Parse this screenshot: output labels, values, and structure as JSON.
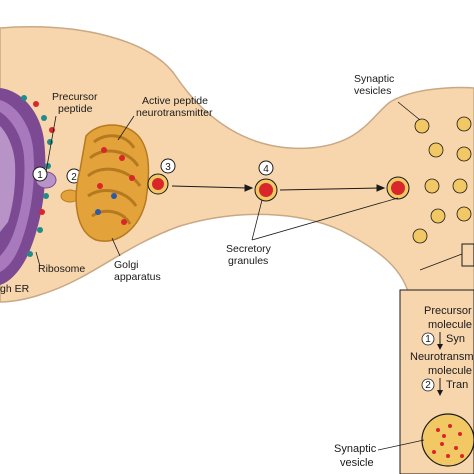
{
  "labels": {
    "precursor_peptide_l1": "Precursor",
    "precursor_peptide_l2": "peptide",
    "active_peptide_l1": "Active peptide",
    "active_peptide_l2": "neurotransmitter",
    "synaptic_vesicles_l1": "Synaptic",
    "synaptic_vesicles_l2": "vesicles",
    "secretory_granules_l1": "Secretory",
    "secretory_granules_l2": "granules",
    "ribosome": "Ribosome",
    "golgi_l1": "Golgi",
    "golgi_l2": "apparatus",
    "rough_er": "gh ER"
  },
  "steps": [
    "1",
    "2",
    "3",
    "4"
  ],
  "inset": {
    "precursor_l1": "Precursor",
    "precursor_l2": "molecule",
    "step1": "1",
    "step1_text": "Syn",
    "neurotransmitter_l1": "Neurotransm",
    "neurotransmitter_l2": "molecule",
    "step2": "2",
    "step2_text": "Tran",
    "synaptic_vesicle_l1": "Synaptic",
    "synaptic_vesicle_l2": "vesicle"
  },
  "colors": {
    "cytoplasm": "#f7d6ad",
    "membrane_outline": "#c9a884",
    "rough_er": "#8a5a9e",
    "golgi": "#e3a33a",
    "granule_core": "#d8262b",
    "ribosome_teal": "#1f8c8a",
    "dot_blue": "#2d5aa6",
    "vesicle": "#f2c864"
  }
}
